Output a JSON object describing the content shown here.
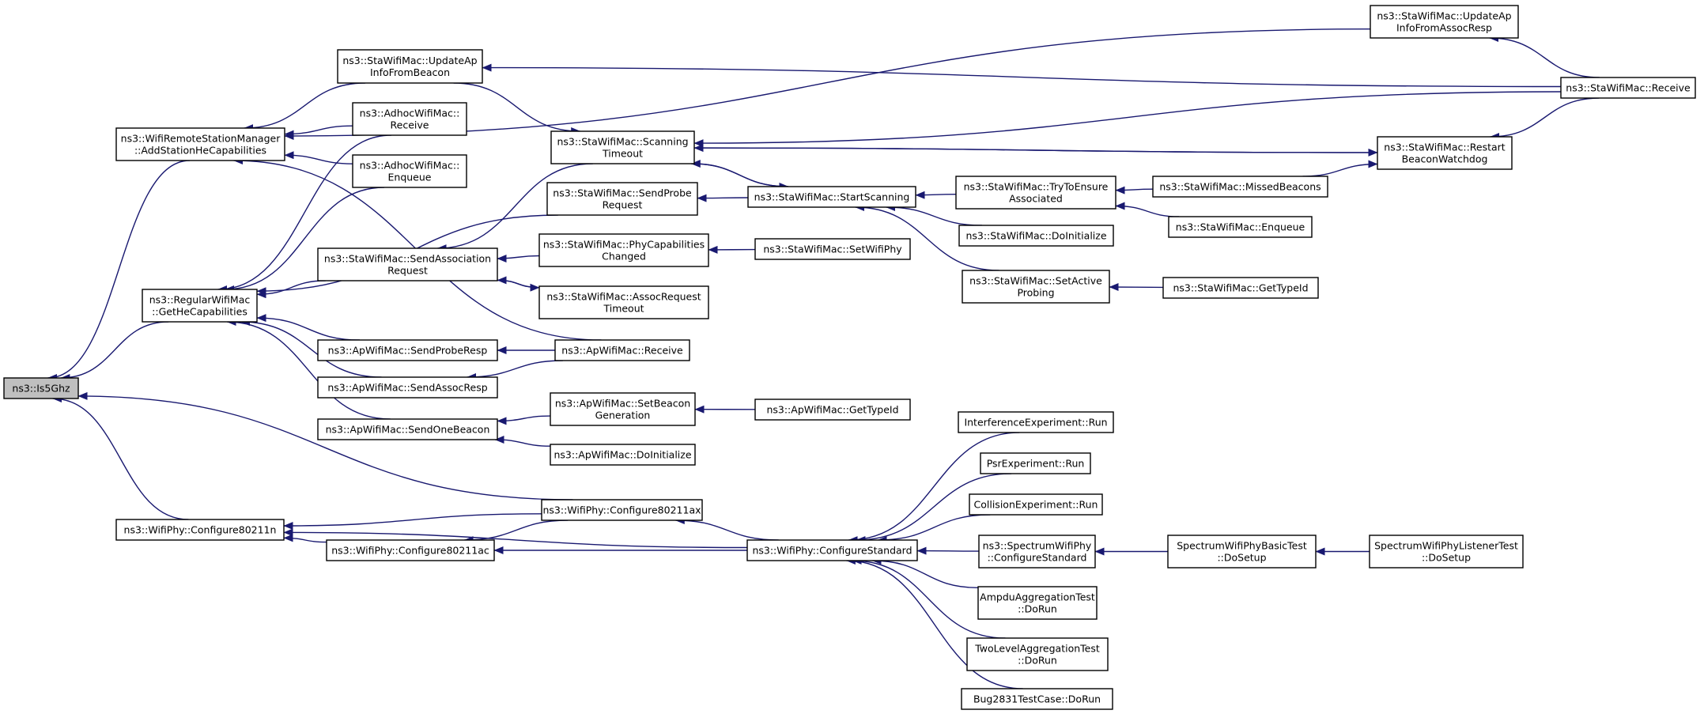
{
  "graph": {
    "root": "is5ghz",
    "nodes": [
      {
        "id": "is5ghz",
        "lines": [
          "ns3::Is5Ghz"
        ]
      },
      {
        "id": "addHe",
        "lines": [
          "ns3::WifiRemoteStationManager",
          "::AddStationHeCapabilities"
        ]
      },
      {
        "id": "getHe",
        "lines": [
          "ns3::RegularWifiMac",
          "::GetHeCapabilities"
        ]
      },
      {
        "id": "cfg80211n",
        "lines": [
          "ns3::WifiPhy::Configure80211n"
        ]
      },
      {
        "id": "upBeacon",
        "lines": [
          "ns3::StaWifiMac::UpdateAp",
          "InfoFromBeacon"
        ]
      },
      {
        "id": "adhocRecv",
        "lines": [
          "ns3::AdhocWifiMac::",
          "Receive"
        ]
      },
      {
        "id": "adhocEnq",
        "lines": [
          "ns3::AdhocWifiMac::",
          "Enqueue"
        ]
      },
      {
        "id": "sendAssocReq",
        "lines": [
          "ns3::StaWifiMac::SendAssociation",
          "Request"
        ]
      },
      {
        "id": "apSendProbe",
        "lines": [
          "ns3::ApWifiMac::SendProbeResp"
        ]
      },
      {
        "id": "apSendAssoc",
        "lines": [
          "ns3::ApWifiMac::SendAssocResp"
        ]
      },
      {
        "id": "apSendOne",
        "lines": [
          "ns3::ApWifiMac::SendOneBeacon"
        ]
      },
      {
        "id": "cfg80211ac",
        "lines": [
          "ns3::WifiPhy::Configure80211ac"
        ]
      },
      {
        "id": "scanTimeout",
        "lines": [
          "ns3::StaWifiMac::Scanning",
          "Timeout"
        ]
      },
      {
        "id": "sendProbeReq",
        "lines": [
          "ns3::StaWifiMac::SendProbe",
          "Request"
        ]
      },
      {
        "id": "phyCap",
        "lines": [
          "ns3::StaWifiMac::PhyCapabilities",
          "Changed"
        ]
      },
      {
        "id": "assocTimeout",
        "lines": [
          "ns3::StaWifiMac::AssocRequest",
          "Timeout"
        ]
      },
      {
        "id": "apRecv",
        "lines": [
          "ns3::ApWifiMac::Receive"
        ]
      },
      {
        "id": "setBeaconGen",
        "lines": [
          "ns3::ApWifiMac::SetBeacon",
          "Generation"
        ]
      },
      {
        "id": "apDoInit",
        "lines": [
          "ns3::ApWifiMac::DoInitialize"
        ]
      },
      {
        "id": "cfg80211ax",
        "lines": [
          "ns3::WifiPhy::Configure80211ax"
        ]
      },
      {
        "id": "startScan",
        "lines": [
          "ns3::StaWifiMac::StartScanning"
        ]
      },
      {
        "id": "setWifiPhy",
        "lines": [
          "ns3::StaWifiMac::SetWifiPhy"
        ]
      },
      {
        "id": "apGetTypeId",
        "lines": [
          "ns3::ApWifiMac::GetTypeId"
        ]
      },
      {
        "id": "cfgStd",
        "lines": [
          "ns3::WifiPhy::ConfigureStandard"
        ]
      },
      {
        "id": "tryEnsure",
        "lines": [
          "ns3::StaWifiMac::TryToEnsure",
          "Associated"
        ]
      },
      {
        "id": "staDoInit",
        "lines": [
          "ns3::StaWifiMac::DoInitialize"
        ]
      },
      {
        "id": "setActive",
        "lines": [
          "ns3::StaWifiMac::SetActive",
          "Probing"
        ]
      },
      {
        "id": "interf",
        "lines": [
          "InterferenceExperiment::Run"
        ]
      },
      {
        "id": "psr",
        "lines": [
          "PsrExperiment::Run"
        ]
      },
      {
        "id": "collision",
        "lines": [
          "CollisionExperiment::Run"
        ]
      },
      {
        "id": "spectrumCfg",
        "lines": [
          "ns3::SpectrumWifiPhy",
          "::ConfigureStandard"
        ]
      },
      {
        "id": "ampdu",
        "lines": [
          "AmpduAggregationTest",
          "::DoRun"
        ]
      },
      {
        "id": "twoLevel",
        "lines": [
          "TwoLevelAggregationTest",
          "::DoRun"
        ]
      },
      {
        "id": "bug2831",
        "lines": [
          "Bug2831TestCase::DoRun"
        ]
      },
      {
        "id": "missed",
        "lines": [
          "ns3::StaWifiMac::MissedBeacons"
        ]
      },
      {
        "id": "staEnq",
        "lines": [
          "ns3::StaWifiMac::Enqueue"
        ]
      },
      {
        "id": "staGetTypeId",
        "lines": [
          "ns3::StaWifiMac::GetTypeId"
        ]
      },
      {
        "id": "spectrumBasic",
        "lines": [
          "SpectrumWifiPhyBasicTest",
          "::DoSetup"
        ]
      },
      {
        "id": "spectrumListener",
        "lines": [
          "SpectrumWifiPhyListenerTest",
          "::DoSetup"
        ]
      },
      {
        "id": "upAssoc",
        "lines": [
          "ns3::StaWifiMac::UpdateAp",
          "InfoFromAssocResp"
        ]
      },
      {
        "id": "restartWd",
        "lines": [
          "ns3::StaWifiMac::Restart",
          "BeaconWatchdog"
        ]
      },
      {
        "id": "staRecv",
        "lines": [
          "ns3::StaWifiMac::Receive"
        ]
      }
    ],
    "edges": [
      [
        "addHe",
        "is5ghz"
      ],
      [
        "getHe",
        "is5ghz"
      ],
      [
        "cfg80211n",
        "is5ghz"
      ],
      [
        "cfg80211ax",
        "is5ghz"
      ],
      [
        "upAssoc",
        "addHe"
      ],
      [
        "upBeacon",
        "addHe"
      ],
      [
        "adhocRecv",
        "addHe"
      ],
      [
        "adhocEnq",
        "addHe"
      ],
      [
        "apRecv",
        "addHe"
      ],
      [
        "adhocRecv",
        "getHe"
      ],
      [
        "adhocEnq",
        "getHe"
      ],
      [
        "sendProbeReq",
        "getHe"
      ],
      [
        "sendAssocReq",
        "getHe"
      ],
      [
        "apSendProbe",
        "getHe"
      ],
      [
        "apSendAssoc",
        "getHe"
      ],
      [
        "apSendOne",
        "getHe"
      ],
      [
        "cfg80211ax",
        "cfg80211n"
      ],
      [
        "cfg80211ac",
        "cfg80211n"
      ],
      [
        "cfgStd",
        "cfg80211n"
      ],
      [
        "cfg80211ax",
        "cfg80211ac"
      ],
      [
        "cfgStd",
        "cfg80211ac"
      ],
      [
        "cfgStd",
        "cfg80211ax"
      ],
      [
        "staRecv",
        "upBeacon"
      ],
      [
        "upBeacon",
        "scanTimeout"
      ],
      [
        "staRecv",
        "upAssoc"
      ],
      [
        "scanTimeout",
        "sendAssocReq"
      ],
      [
        "phyCap",
        "sendAssocReq"
      ],
      [
        "assocTimeout",
        "sendAssocReq"
      ],
      [
        "sendAssocReq",
        "assocTimeout"
      ],
      [
        "apRecv",
        "apSendProbe"
      ],
      [
        "apRecv",
        "apSendAssoc"
      ],
      [
        "setBeaconGen",
        "apSendOne"
      ],
      [
        "apDoInit",
        "apSendOne"
      ],
      [
        "staRecv",
        "scanTimeout"
      ],
      [
        "startScan",
        "scanTimeout"
      ],
      [
        "scanTimeout",
        "startScan"
      ],
      [
        "restartWd",
        "scanTimeout"
      ],
      [
        "scanTimeout",
        "restartWd"
      ],
      [
        "startScan",
        "sendProbeReq"
      ],
      [
        "setWifiPhy",
        "phyCap"
      ],
      [
        "apGetTypeId",
        "setBeaconGen"
      ],
      [
        "tryEnsure",
        "startScan"
      ],
      [
        "staDoInit",
        "startScan"
      ],
      [
        "setActive",
        "startScan"
      ],
      [
        "missed",
        "tryEnsure"
      ],
      [
        "staEnq",
        "tryEnsure"
      ],
      [
        "missed",
        "restartWd"
      ],
      [
        "staGetTypeId",
        "setActive"
      ],
      [
        "staRecv",
        "restartWd"
      ],
      [
        "interf",
        "cfgStd"
      ],
      [
        "psr",
        "cfgStd"
      ],
      [
        "collision",
        "cfgStd"
      ],
      [
        "spectrumCfg",
        "cfgStd"
      ],
      [
        "ampdu",
        "cfgStd"
      ],
      [
        "twoLevel",
        "cfgStd"
      ],
      [
        "bug2831",
        "cfgStd"
      ],
      [
        "spectrumBasic",
        "spectrumCfg"
      ],
      [
        "spectrumListener",
        "spectrumBasic"
      ]
    ]
  }
}
